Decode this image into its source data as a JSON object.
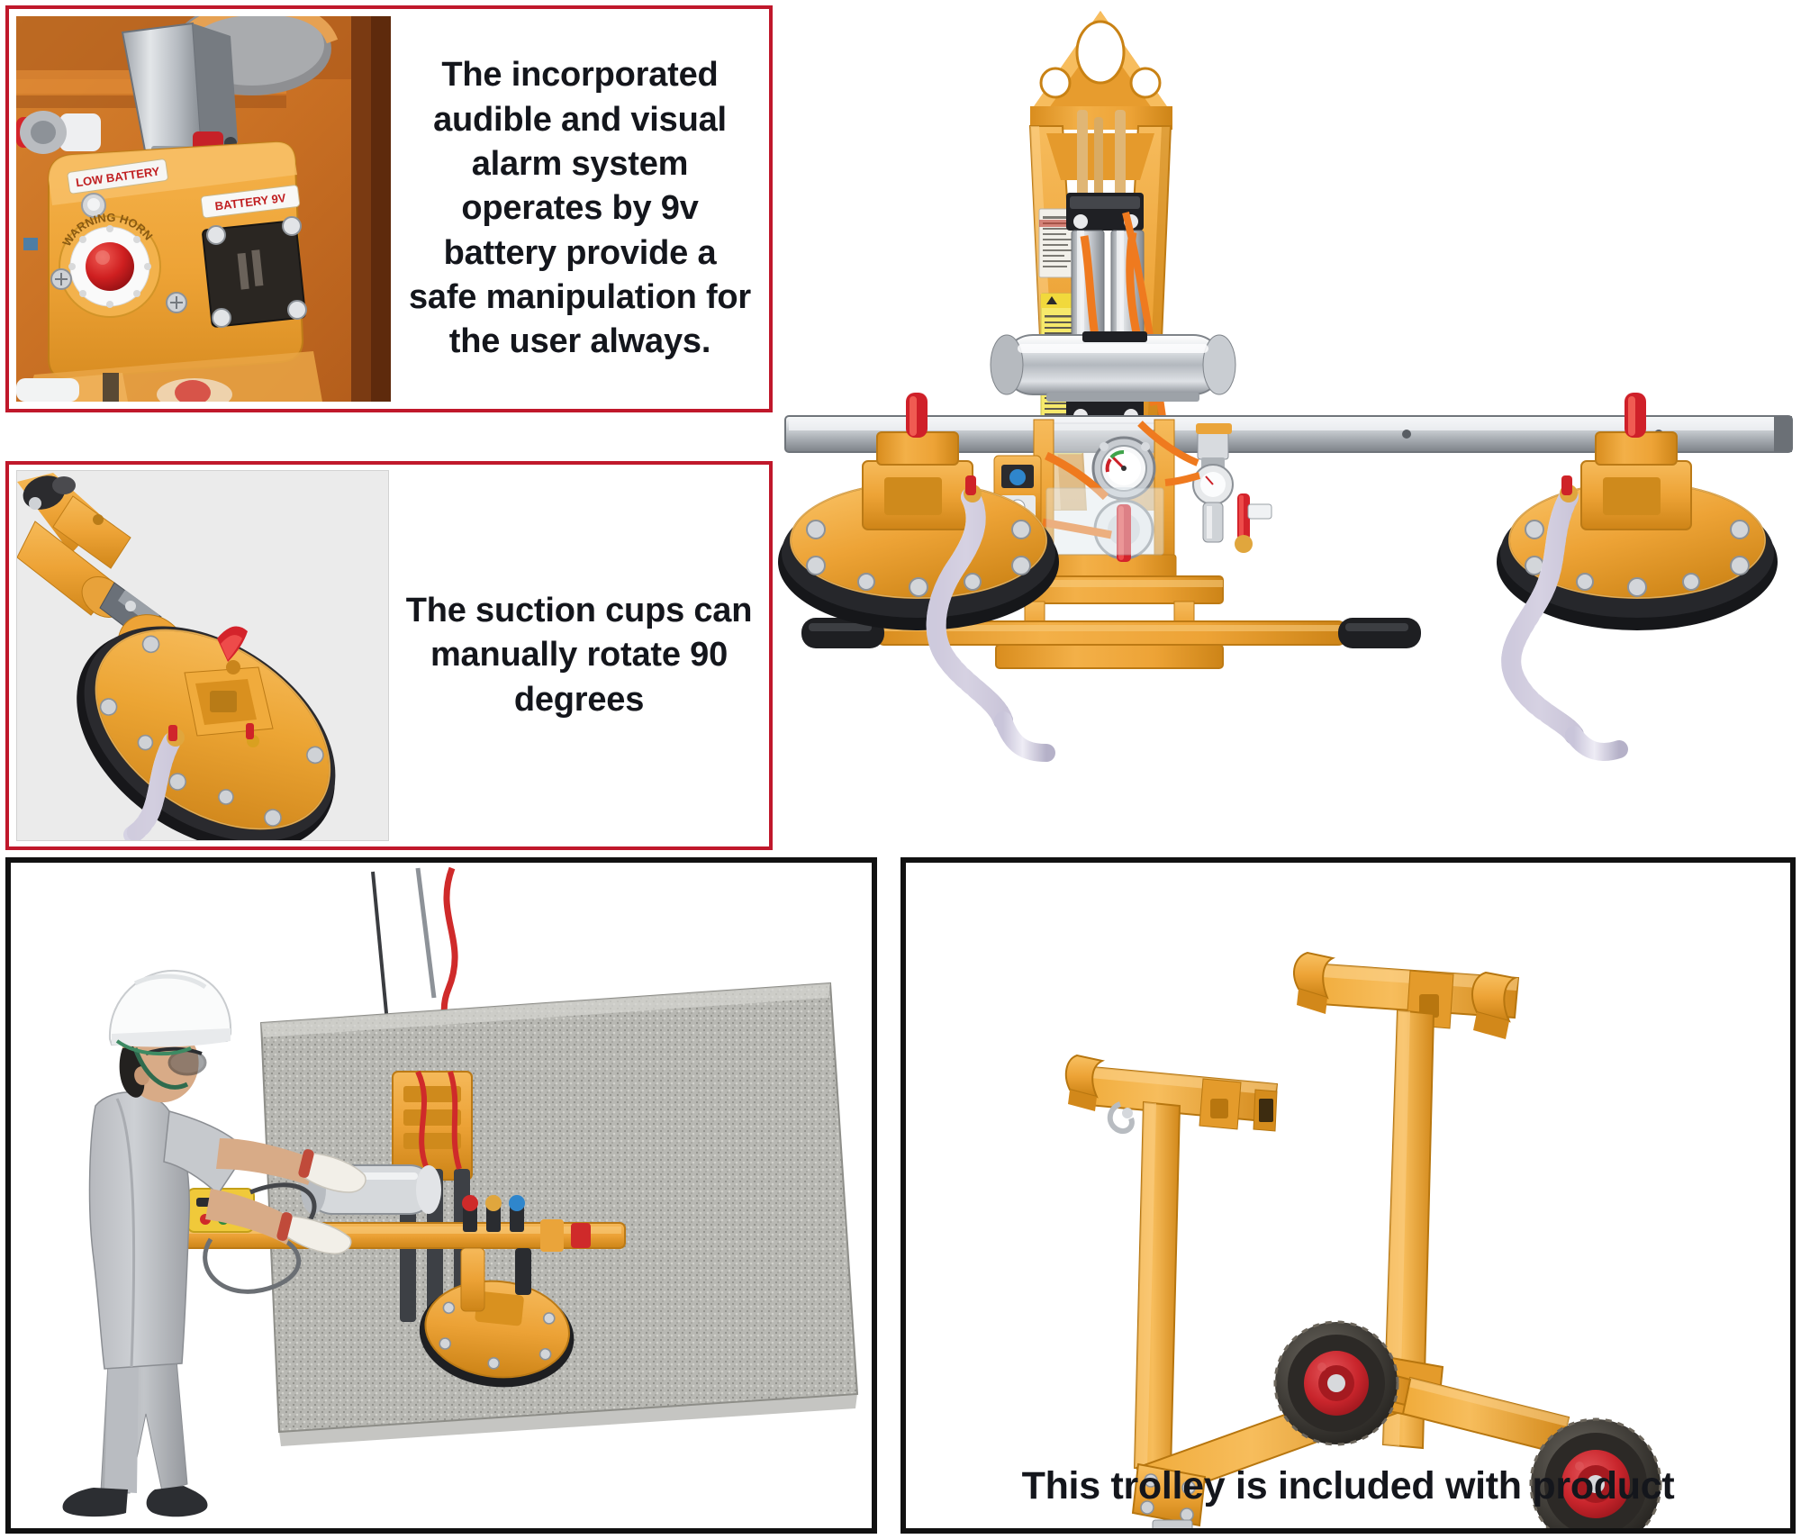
{
  "panels": {
    "alarm": {
      "text": "The incorporated audible and visual alarm system operates by 9v battery provide a safe manipulation for the user always.",
      "border_color": "#c0182b",
      "photo_labels": {
        "low_battery": "LOW BATTERY",
        "battery_9v": "BATTERY 9V",
        "warning_horn": "WARNING HORN"
      }
    },
    "rotate": {
      "text": "The suction cups can manually rotate 90 degrees",
      "border_color": "#c0182b"
    },
    "worker": {
      "border_color": "#111111",
      "caption": ""
    },
    "trolley": {
      "border_color": "#111111",
      "caption": "This trolley is included with product"
    }
  },
  "hero": {
    "name": "vacuum-glass-lifter",
    "description": "Pneumatic vacuum glass lifter with four suction pads"
  },
  "colors": {
    "product_yellow": "#f0a429",
    "product_yellow_dark": "#d88b16",
    "product_yellow_light": "#f7c05e",
    "accent_red": "#d2202c",
    "steel": "#c9ccd1",
    "steel_dark": "#8d9298",
    "black_border": "#111111",
    "red_border": "#c0182b",
    "text_dark": "#14161c"
  }
}
